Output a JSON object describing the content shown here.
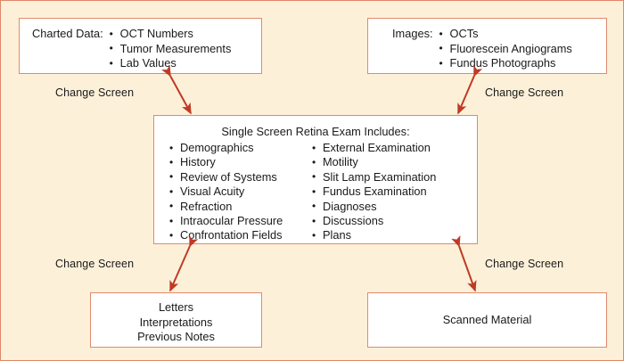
{
  "diagram": {
    "title": "Single Screen Retina Exam workflow",
    "colors": {
      "background": "#fdf0d9",
      "box_fill": "#ffffff",
      "box_border": "#e08a6e",
      "arrow": "#c03a24",
      "text": "#1a1a1a"
    },
    "nodes": {
      "charted_data": {
        "label": "Charted Data:",
        "items": [
          "OCT Numbers",
          "Tumor Measurements",
          "Lab Values"
        ]
      },
      "images": {
        "label": "Images:",
        "items": [
          "OCTs",
          "Fluorescein Angiograms",
          "Fundus Photographs"
        ]
      },
      "center": {
        "title": "Single Screen Retina Exam Includes:",
        "column_left": [
          "Demographics",
          "History",
          "Review of Systems",
          "Visual Acuity",
          "Refraction",
          "Intraocular Pressure",
          "Confrontation Fields"
        ],
        "column_right": [
          "External Examination",
          "Motility",
          "Slit Lamp Examination",
          "Fundus Examination",
          "Diagnoses",
          "Discussions",
          "Plans"
        ]
      },
      "letters": {
        "line1": "Letters",
        "line2": "Interpretations",
        "line3": "Previous Notes"
      },
      "scanned": {
        "label": "Scanned Material"
      }
    },
    "edges": {
      "top_left_label": "Change Screen",
      "top_right_label": "Change Screen",
      "bottom_left_label": "Change Screen",
      "bottom_right_label": "Change Screen"
    }
  }
}
